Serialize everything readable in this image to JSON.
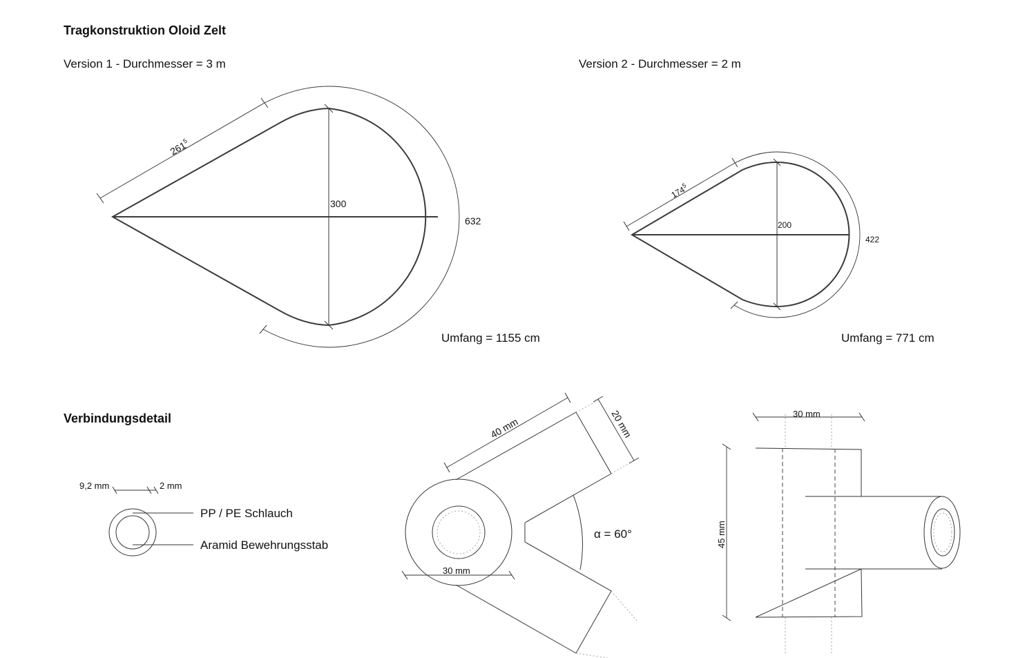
{
  "title": "Tragkonstruktion Oloid Zelt",
  "version1": {
    "label": "Version 1 - Durchmesser = 3 m",
    "side_length": "261",
    "side_length_sup": "5",
    "diameter": "300",
    "arc_length": "632",
    "perimeter": "Umfang = 1155 cm"
  },
  "version2": {
    "label": "Version 2 - Durchmesser = 2 m",
    "side_length": "174",
    "side_length_sup": "5",
    "diameter": "200",
    "arc_length": "422",
    "perimeter": "Umfang = 771 cm"
  },
  "detail": {
    "heading": "Verbindungsdetail",
    "tube": {
      "dim_outer": "9,2 mm",
      "dim_wall": "2 mm",
      "label_outer": "PP / PE Schlauch",
      "label_inner": "Aramid Bewehrungsstab"
    },
    "joint_top": {
      "arm_length": "40 mm",
      "arm_width": "20 mm",
      "hub_diameter": "30 mm",
      "angle": "α = 60°"
    },
    "joint_side": {
      "width": "30 mm",
      "height": "45 mm"
    }
  }
}
